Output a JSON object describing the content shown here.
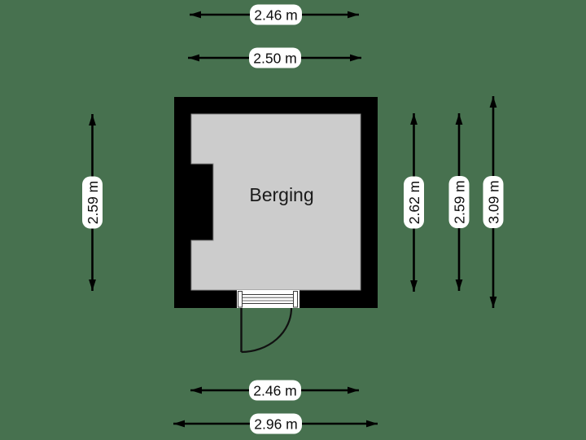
{
  "page": {
    "background_color": "#47714f"
  },
  "floorplan": {
    "room_label": "Berging",
    "wall_color": "#000000",
    "floor_color": "#cccccc",
    "floor_outline_color": "#8a8a8a",
    "door_opening_color": "#ffffff"
  },
  "dimensions": {
    "top": [
      {
        "label": "2.46 m"
      },
      {
        "label": "2.50 m"
      }
    ],
    "left": [
      {
        "label": "2.59 m"
      }
    ],
    "right": [
      {
        "label": "2.62 m"
      },
      {
        "label": "2.59 m"
      },
      {
        "label": "3.09 m"
      }
    ],
    "bottom": [
      {
        "label": "2.46 m"
      },
      {
        "label": "2.96 m"
      }
    ]
  }
}
